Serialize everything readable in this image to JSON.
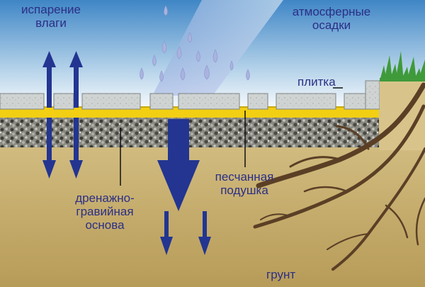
{
  "labels": {
    "evaporation": [
      "испарение",
      "влаги"
    ],
    "precipitation": [
      "атмосферные",
      "осадки"
    ],
    "tile": "плитка",
    "sand": [
      "песчанная",
      "подушка"
    ],
    "drainage": [
      "дренажно-",
      "гравийная",
      "основа"
    ],
    "soil": "грунт"
  },
  "colors": {
    "sky_top": "#3f86c6",
    "sky_bottom": "#ffffff",
    "soil_top": "#d8c48a",
    "soil_bottom": "#b79b58",
    "tile": "#cfd3d2",
    "sand": "#f2cf13",
    "arrow": "#233591",
    "rain": "#a9b3dd",
    "root": "#5b3f25",
    "grass": "#3f9a3a",
    "label": "#2b2f86"
  },
  "icons": [
    "evaporation-arrow-icon",
    "drain-arrow-icon",
    "raindrop-icon",
    "root-icon",
    "grass-icon"
  ]
}
